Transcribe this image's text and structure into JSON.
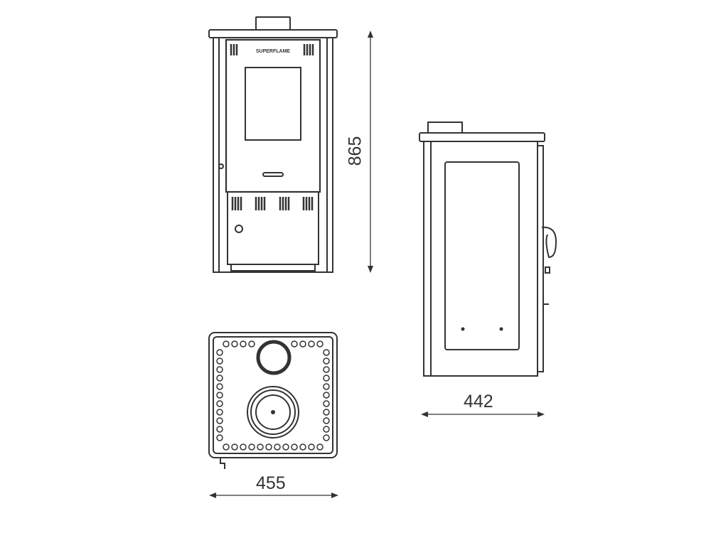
{
  "diagram": {
    "type": "technical-drawing",
    "subject": "stove",
    "views": [
      {
        "name": "front-view",
        "brand_plate": "SUPERFLAME"
      },
      {
        "name": "side-view"
      },
      {
        "name": "top-view"
      }
    ],
    "dimensions": {
      "height": "865",
      "depth": "442",
      "width": "455"
    },
    "colors": {
      "line": "#333333",
      "background": "#ffffff"
    }
  }
}
